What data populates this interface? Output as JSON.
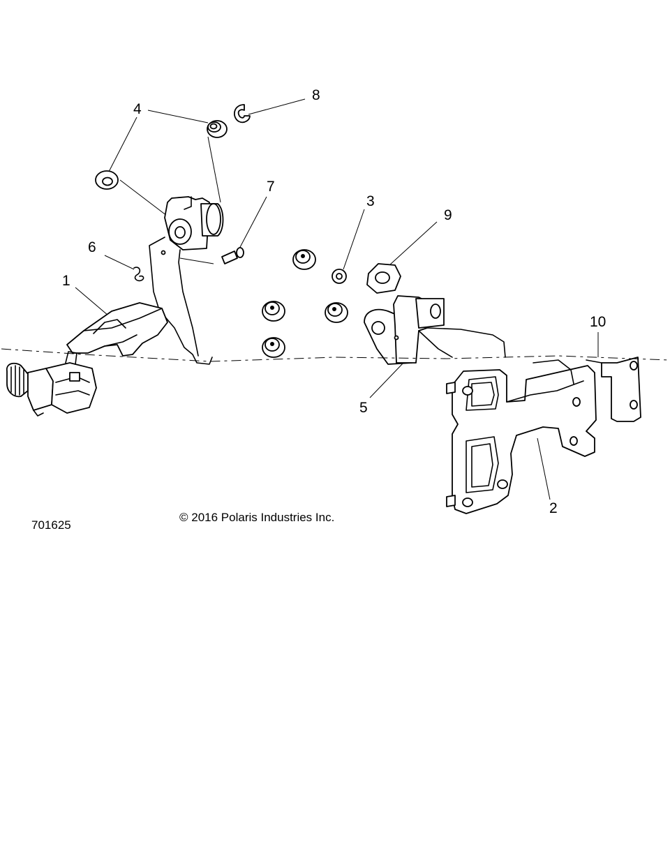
{
  "diagram": {
    "callouts": [
      "1",
      "2",
      "3",
      "4",
      "5",
      "6",
      "7",
      "8",
      "9",
      "10"
    ],
    "part_number": "701625",
    "copyright": "© 2016 Polaris Industries Inc.",
    "colors": {
      "line": "#000000",
      "background": "#ffffff"
    }
  }
}
